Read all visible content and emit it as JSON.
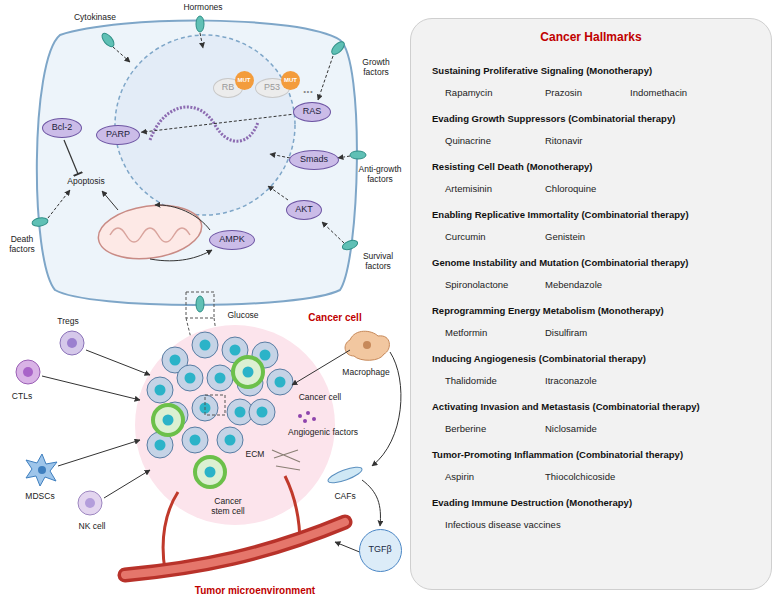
{
  "diagram": {
    "nodes": [
      {
        "text": [
          "Cancer Hallmarks"
        ]
      },
      {
        "text": [
          "RB"
        ]
      },
      {
        "text": [
          "MUT"
        ],
        "in": 1
      },
      {
        "text": [
          "P53"
        ]
      },
      {
        "text": [
          "MUT"
        ],
        "in": 3
      },
      {
        "text": [
          "PARP"
        ]
      },
      {
        "text": [
          "RAS"
        ]
      },
      {
        "text": [
          "Smads"
        ]
      },
      {
        "text": [
          "AKT"
        ]
      },
      {
        "text": [
          "Bcl-2"
        ]
      },
      {
        "text": [
          "AMPK"
        ]
      },
      {
        "text": [
          "TGFβ"
        ]
      }
    ],
    "edges": [
      {
        "from": 6,
        "to": 5,
        "arrow": "to"
      }
    ],
    "labels": [
      "Hormones",
      "Cytokinase",
      "Growth factors",
      "Death factors",
      "Apoptosis",
      "Anti-growth factors",
      "Survival factors",
      "Glucose",
      "Cancer cell",
      "Tregs",
      "CTLs",
      "MDSCs",
      "NK cell",
      "Cancer cell",
      "Angiogenic factors",
      "Macrophage",
      "ECM",
      "CAFs",
      "Cancer stem cell",
      "Tumor microenvironment",
      "...",
      "Sustaining Proliferative Signaling (Monotherapy)",
      "Rapamycin",
      "Prazosin",
      "Indomethacin",
      "Evading Growth Suppressors (Combinatorial therapy)",
      "Quinacrine",
      "Ritonavir",
      "Resisting Cell Death (Monotherapy)",
      "Artemisinin",
      "Chloroquine",
      "Enabling Replicative Immortality (Combinatorial therapy)",
      "Curcumin",
      "Genistein",
      "Genome Instability and Mutation (Combinatorial therapy)",
      "Spironolactone",
      "Mebendazole",
      "Reprogramming Energy Metabolism (Monotherapy)",
      "Metformin",
      "Disulfiram",
      "Inducing Angiogenesis (Combinatorial therapy)",
      "Thalidomide",
      "Itraconazole",
      "Activating Invasion and Metastasis (Combinatorial therapy)",
      "Berberine",
      "Niclosamide",
      "Tumor-Promoting Inflammation (Combinatorial therapy)",
      "Aspirin",
      "Thiocolchicoside",
      "Evading Immune Destruction (Monotherapy)",
      "Infectious disease vaccines"
    ]
  }
}
